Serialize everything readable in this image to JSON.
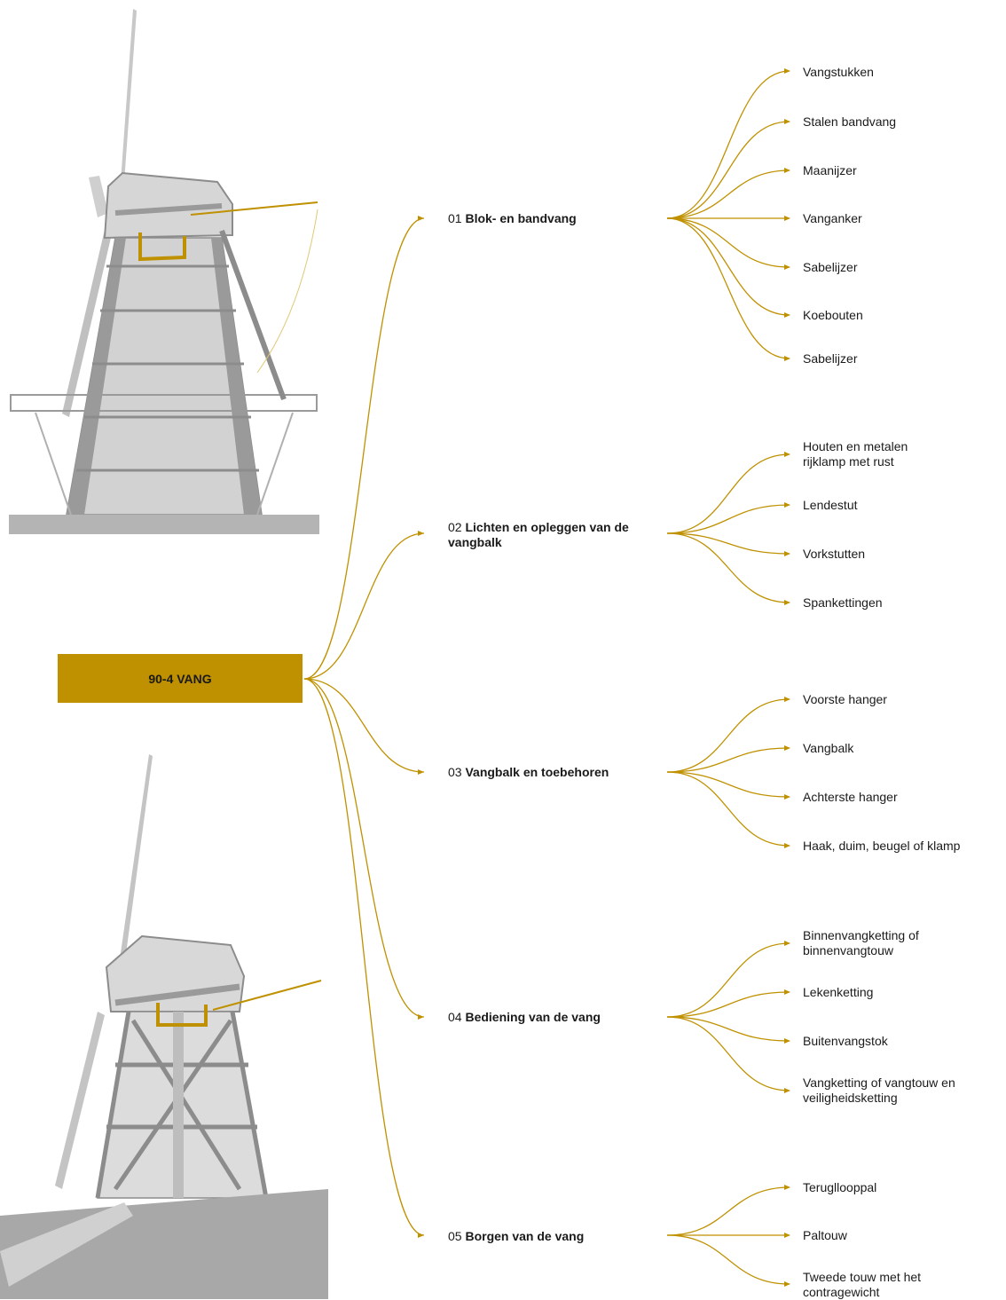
{
  "root": {
    "label": "90-4 VANG"
  },
  "colors": {
    "accent": "#bf9100",
    "mill_fill": "#d2d2d2",
    "mill_dark": "#8c8c8c",
    "ground": "#b4b4b4"
  },
  "branches": [
    {
      "num": "01",
      "title": "Blok- en bandvang",
      "children": [
        "Vangstukken",
        "Stalen bandvang",
        "Maanijzer",
        "Vanganker",
        "Sabelijzer",
        "Koebouten",
        "Sabelijzer"
      ]
    },
    {
      "num": "02",
      "title": "Lichten en opleggen van de vangbalk",
      "children": [
        "Houten en metalen rijklamp met rust",
        "Lendestut",
        "Vorkstutten",
        "Spankettingen"
      ]
    },
    {
      "num": "03",
      "title": "Vangbalk en toebehoren",
      "children": [
        "Voorste hanger",
        "Vangbalk",
        "Achterste hanger",
        "Haak, duim, beugel of klamp"
      ]
    },
    {
      "num": "04",
      "title": "Bediening van de vang",
      "children": [
        "Binnenvangketting of binnenvangtouw",
        "Lekenketting",
        "Buitenvangstok",
        "Vangketting of vangtouw en veiligheidsketting"
      ]
    },
    {
      "num": "05",
      "title": "Borgen van de vang",
      "children": [
        "Terugllooppal",
        "Paltouw",
        "Tweede touw met het contragewicht"
      ]
    }
  ],
  "illustrations": [
    {
      "name": "windmill-exterior-section"
    },
    {
      "name": "windmill-interior-section"
    }
  ]
}
